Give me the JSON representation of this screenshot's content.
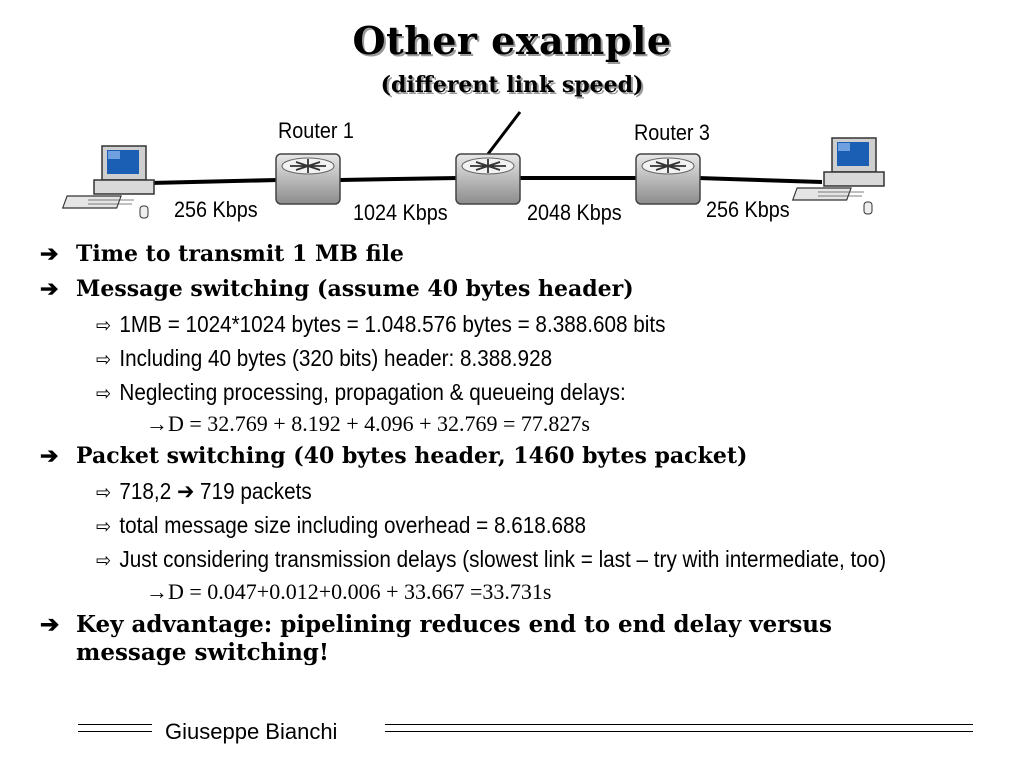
{
  "header": {
    "title": "Other example",
    "subtitle": "(different link speed)"
  },
  "network": {
    "routers": [
      {
        "label": "Router 1"
      },
      {
        "label": ""
      },
      {
        "label": "Router 3"
      }
    ],
    "links": [
      {
        "label": "256 Kbps"
      },
      {
        "label": "1024 Kbps"
      },
      {
        "label": "2048 Kbps"
      },
      {
        "label": "256 Kbps"
      }
    ],
    "icons": [
      "computer-icon",
      "router-icon",
      "router-icon",
      "router-icon",
      "computer-icon"
    ]
  },
  "bullets": {
    "b1": {
      "arrow": "➔",
      "text": "Time to transmit 1 MB file"
    },
    "b2": {
      "arrow": "➔",
      "text": "Message switching (assume 40 bytes header)",
      "subs": [
        {
          "arrow": "⇨",
          "text": "1MB = 1024*1024 bytes = 1.048.576 bytes = 8.388.608 bits"
        },
        {
          "arrow": "⇨",
          "text": "Including 40 bytes (320 bits) header: 8.388.928"
        },
        {
          "arrow": "⇨",
          "text": "Neglecting processing, propagation & queueing delays:"
        }
      ],
      "result": {
        "arrow": "→",
        "text": "D = 32.769 + 8.192 + 4.096 + 32.769 = 77.827s"
      }
    },
    "b3": {
      "arrow": "➔",
      "text": "Packet switching (40 bytes header, 1460 bytes packet)",
      "subs": [
        {
          "arrow": "⇨",
          "text_a": "718,2 ",
          "inner_arrow": "➔",
          "text_b": " 719 packets"
        },
        {
          "arrow": "⇨",
          "text": "total message size including overhead = 8.618.688"
        },
        {
          "arrow": "⇨",
          "text": "Just considering transmission delays (slowest link = last – try with intermediate, too)"
        }
      ],
      "result": {
        "arrow": "→",
        "text": "D = 0.047+0.012+0.006 + 33.667 =33.731s"
      }
    },
    "b4": {
      "arrow": "➔",
      "line1": "Key advantage: pipelining reduces end to end delay versus",
      "line2": "message switching!"
    }
  },
  "footer": {
    "author": "Giuseppe Bianchi"
  },
  "colors": {
    "screen": "#1a5fb4",
    "router_body": "#bdbdbd",
    "text": "#000000"
  }
}
